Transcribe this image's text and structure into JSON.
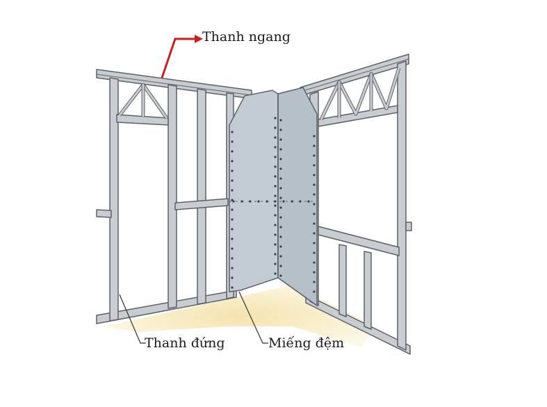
{
  "labels": {
    "top_track": "Thanh ngang",
    "stud": "Thanh đứng",
    "board": "Miếng đệm"
  },
  "colors": {
    "frame_face": "#c9ccd1",
    "frame_edge": "#5c6168",
    "board": "#c3ccd4",
    "floor": "#f6e7bd",
    "arrow": "#cc1f1f",
    "leader": "#333333"
  }
}
